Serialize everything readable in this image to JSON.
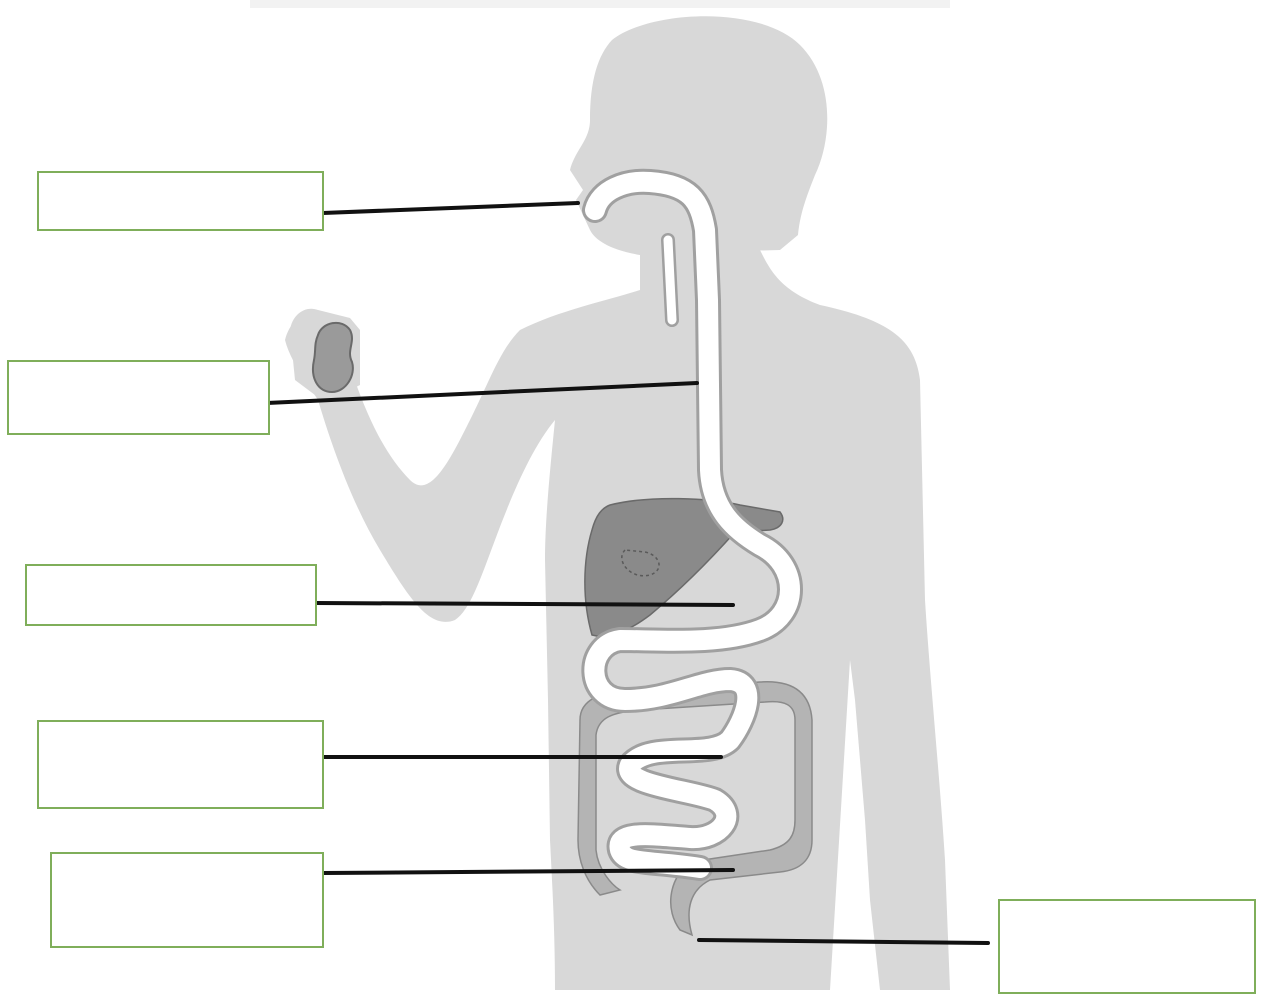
{
  "diagram": {
    "colors": {
      "body": "#d8d8d8",
      "organ": "#9a9a9a",
      "liver": "#7f7f7f",
      "tract": "#ffffff",
      "tract_outline": "#a0a0a0",
      "leader_line": "#111111",
      "box_border": "#7fae5a"
    },
    "labels": [
      {
        "id": "mouth",
        "text": ""
      },
      {
        "id": "esophagus",
        "text": ""
      },
      {
        "id": "stomach",
        "text": ""
      },
      {
        "id": "small-intestine",
        "text": ""
      },
      {
        "id": "large-intestine",
        "text": ""
      },
      {
        "id": "rectum-anus",
        "text": ""
      }
    ]
  }
}
